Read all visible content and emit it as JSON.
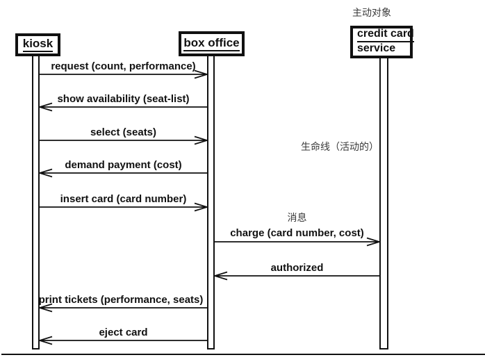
{
  "diagram": {
    "title_hint": "UML sequence diagram - ticket kiosk purchase",
    "colors": {
      "ink": "#111111",
      "annotation": "#3a3a3a",
      "background": "#ffffff"
    },
    "annotations": {
      "active_object": "主动对象",
      "lifeline_active": "生命线（活动的）",
      "message": "消息"
    },
    "actors": [
      {
        "id": "kiosk",
        "label": "kiosk"
      },
      {
        "id": "box-office",
        "label": "box office"
      },
      {
        "id": "credit-card-service",
        "label_line1": "credit card",
        "label_line2": "service"
      }
    ],
    "messages": [
      {
        "label": "request (count, performance)",
        "from": "kiosk",
        "to": "box office",
        "direction": "right"
      },
      {
        "label": "show availability (seat-list)",
        "from": "box office",
        "to": "kiosk",
        "direction": "left"
      },
      {
        "label": "select (seats)",
        "from": "kiosk",
        "to": "box office",
        "direction": "right"
      },
      {
        "label": "demand payment (cost)",
        "from": "box office",
        "to": "kiosk",
        "direction": "left"
      },
      {
        "label": "insert card (card number)",
        "from": "kiosk",
        "to": "box office",
        "direction": "right"
      },
      {
        "label": "charge (card number, cost)",
        "from": "box office",
        "to": "credit card service",
        "direction": "right"
      },
      {
        "label": "authorized",
        "from": "credit card service",
        "to": "box office",
        "direction": "left"
      },
      {
        "label": "print tickets (performance, seats)",
        "from": "box office",
        "to": "kiosk",
        "direction": "left"
      },
      {
        "label": "eject card",
        "from": "box office",
        "to": "kiosk",
        "direction": "left"
      }
    ]
  }
}
